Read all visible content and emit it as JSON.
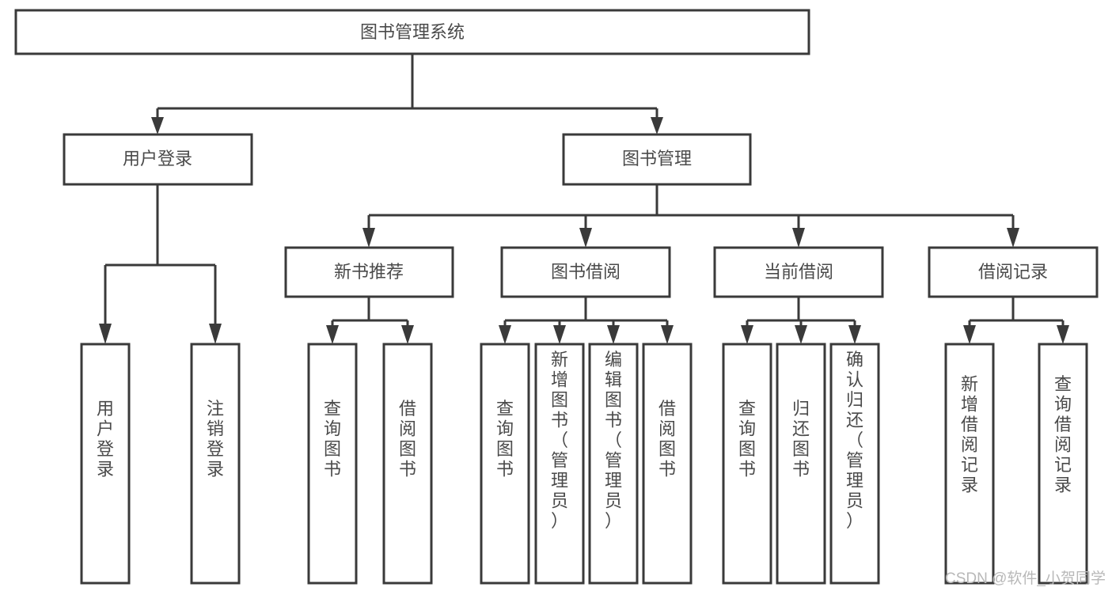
{
  "diagram": {
    "type": "tree",
    "title": "图书管理系统",
    "orientation": "top-down",
    "colors": {
      "box_stroke": "#3a3a3a",
      "box_fill": "#ffffff",
      "text": "#4a4a4a",
      "connector": "#3a3a3a",
      "background": "#ffffff",
      "watermark": "#b8b8b8"
    },
    "levels": {
      "root": {
        "label": "图书管理系统"
      },
      "level2": [
        {
          "id": "user-login",
          "label": "用户登录"
        },
        {
          "id": "book-management",
          "label": "图书管理"
        }
      ],
      "level3": [
        {
          "id": "new-book-recommend",
          "label": "新书推荐",
          "parent": "book-management"
        },
        {
          "id": "book-borrow",
          "label": "图书借阅",
          "parent": "book-management"
        },
        {
          "id": "current-borrow",
          "label": "当前借阅",
          "parent": "book-management"
        },
        {
          "id": "borrow-record",
          "label": "借阅记录",
          "parent": "book-management"
        }
      ],
      "leaves": [
        {
          "id": "leaf-user-login",
          "label": "用户登录",
          "parent": "user-login"
        },
        {
          "id": "leaf-logout",
          "label": "注销登录",
          "parent": "user-login"
        },
        {
          "id": "leaf-query-book-1",
          "label": "查询图书",
          "parent": "new-book-recommend"
        },
        {
          "id": "leaf-borrow-book-1",
          "label": "借阅图书",
          "parent": "new-book-recommend"
        },
        {
          "id": "leaf-query-book-2",
          "label": "查询图书",
          "parent": "book-borrow"
        },
        {
          "id": "leaf-add-book",
          "label": "新增图书（管理员）",
          "parent": "book-borrow"
        },
        {
          "id": "leaf-edit-book",
          "label": "编辑图书（管理员）",
          "parent": "book-borrow"
        },
        {
          "id": "leaf-borrow-book-2",
          "label": "借阅图书",
          "parent": "book-borrow"
        },
        {
          "id": "leaf-query-book-3",
          "label": "查询图书",
          "parent": "current-borrow"
        },
        {
          "id": "leaf-return-book",
          "label": "归还图书",
          "parent": "current-borrow"
        },
        {
          "id": "leaf-confirm-return",
          "label": "确认归还（管理员）",
          "parent": "current-borrow"
        },
        {
          "id": "leaf-add-record",
          "label": "新增借阅记录",
          "parent": "borrow-record"
        },
        {
          "id": "leaf-query-record",
          "label": "查询借阅记录",
          "parent": "borrow-record"
        }
      ]
    }
  },
  "watermark": {
    "text": "CSDN @软件_小贺同学"
  }
}
